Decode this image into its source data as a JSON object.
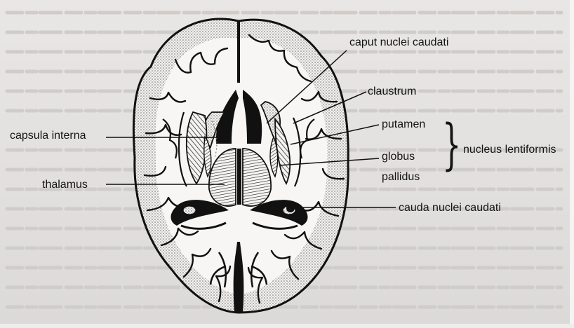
{
  "labels": {
    "caput": "caput nuclei caudati",
    "claustrum": "claustrum",
    "putamen": "putamen",
    "capsula": "capsula interna",
    "globus": "globus",
    "pallidus": "pallidus",
    "thalamus": "thalamus",
    "cauda": "cauda nuclei caudati",
    "group": "nucleus lentiformis"
  },
  "colors": {
    "paper": "#e4e2e0",
    "ink": "#141414",
    "stipple": "#9a9896"
  }
}
